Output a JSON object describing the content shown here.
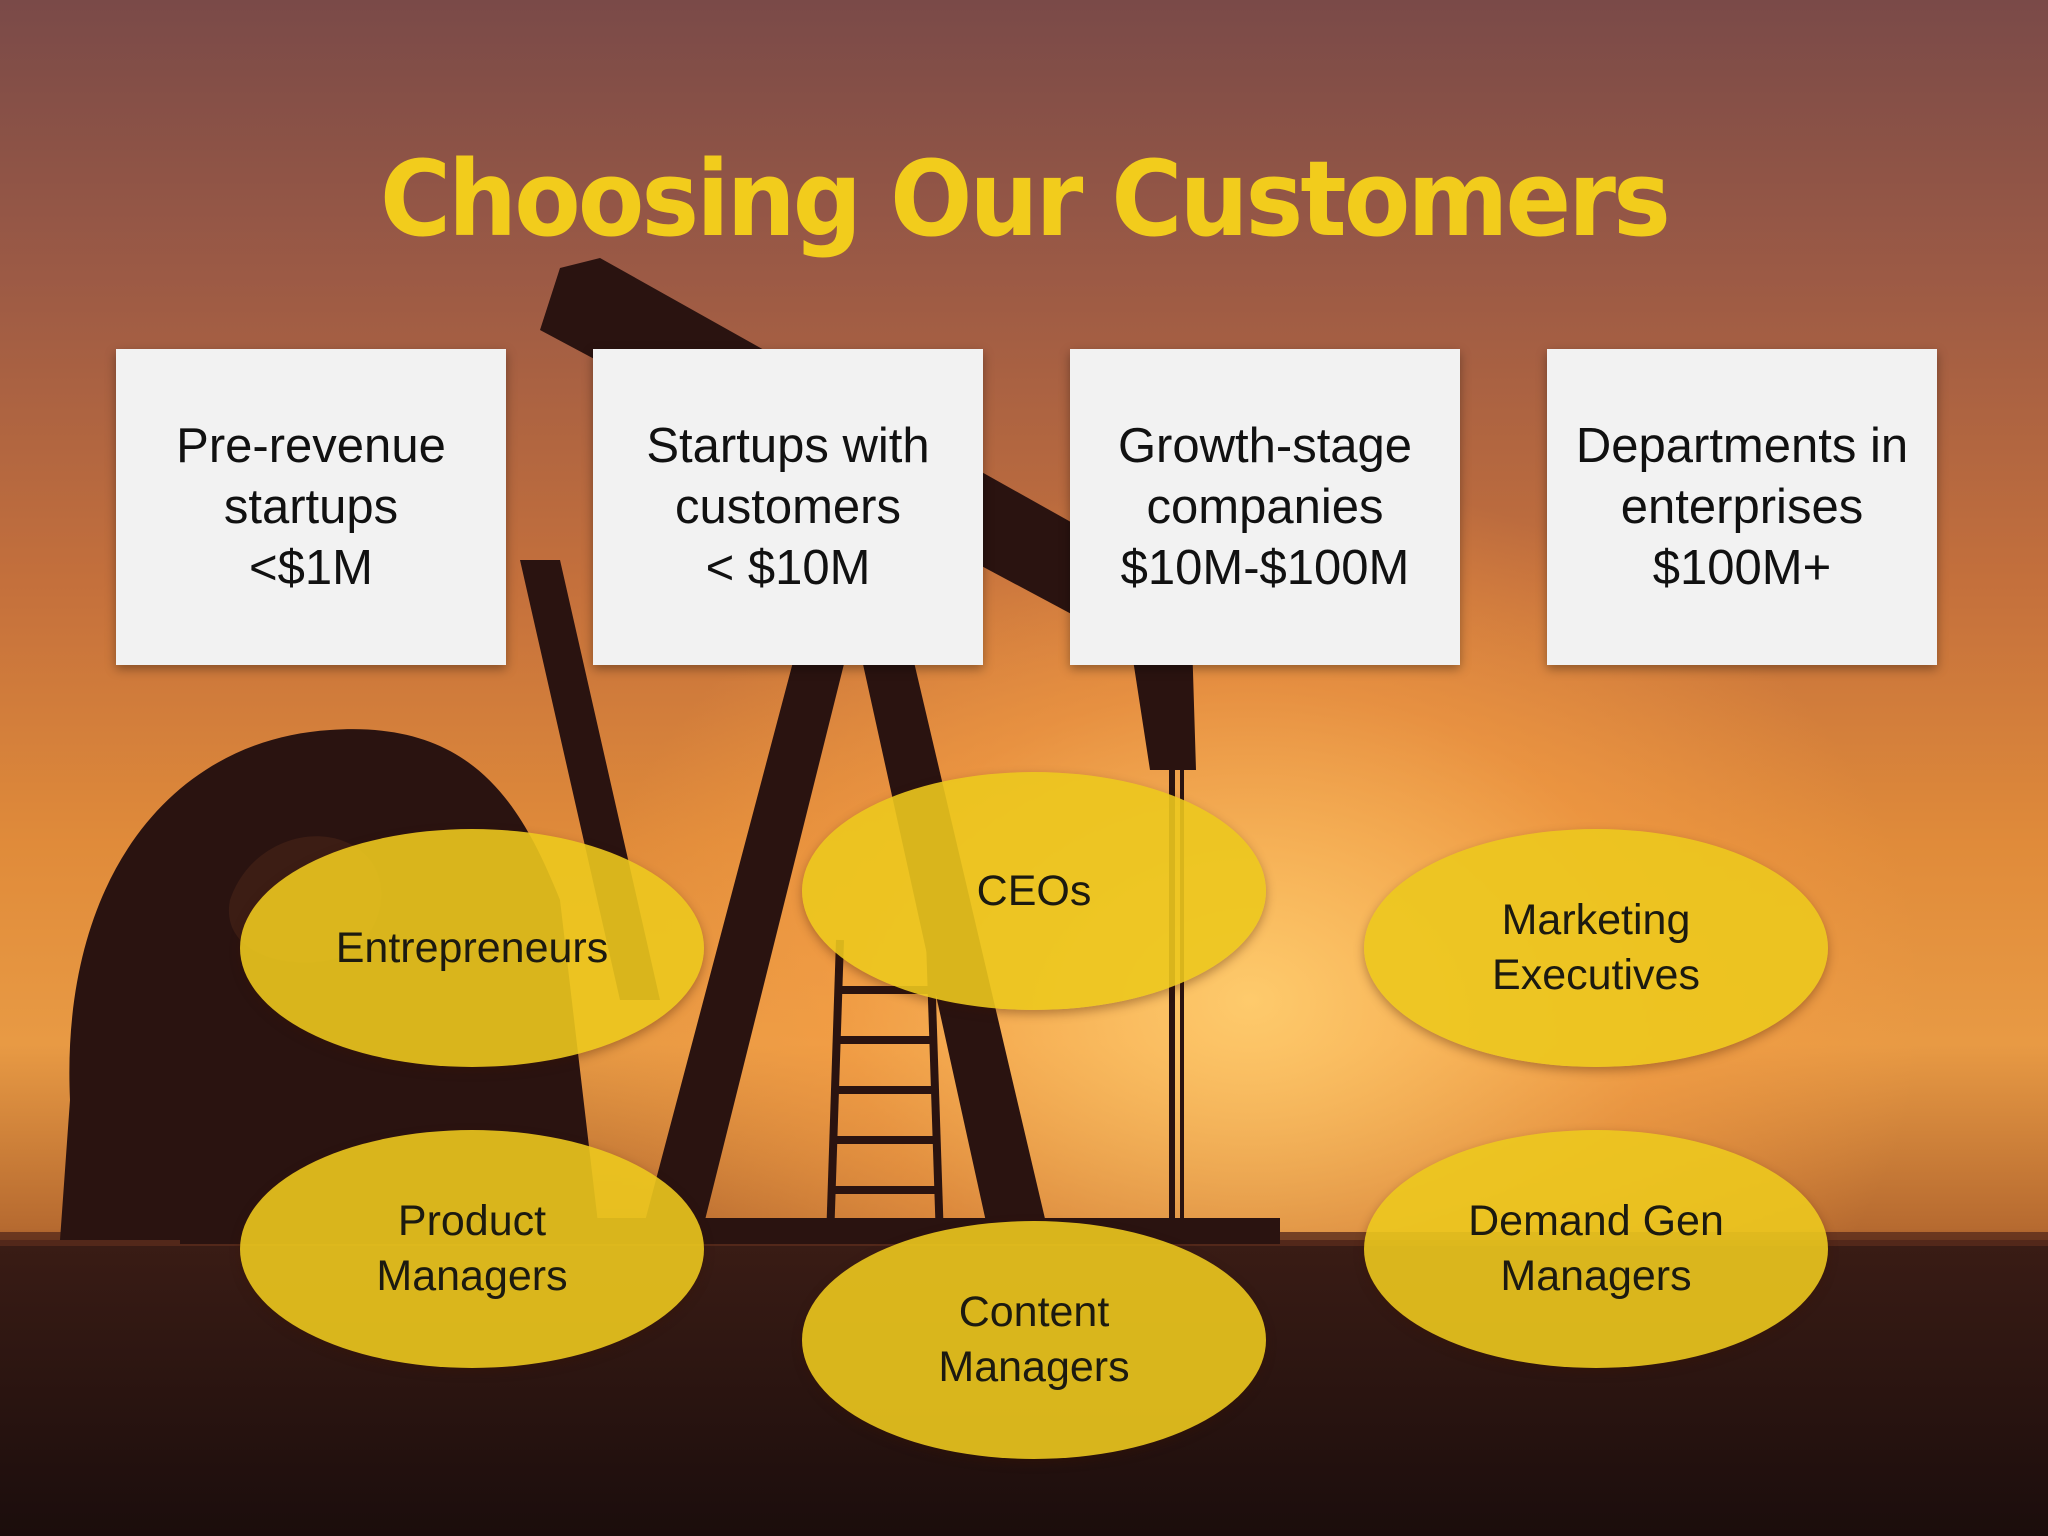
{
  "title": "Choosing Our Customers",
  "cards": [
    {
      "line1": "Pre-revenue",
      "line2": "startups",
      "line3": "<$1M"
    },
    {
      "line1": "Startups with",
      "line2": "customers",
      "line3": "< $10M"
    },
    {
      "line1": "Growth-stage",
      "line2": "companies",
      "line3": "$10M-$100M"
    },
    {
      "line1": "Departments in",
      "line2": "enterprises",
      "line3": "$100M+"
    }
  ],
  "roles": {
    "entrepreneurs": {
      "line1": "Entrepreneurs"
    },
    "ceos": {
      "line1": "CEOs"
    },
    "marketing_executives": {
      "line1": "Marketing",
      "line2": "Executives"
    },
    "product_managers": {
      "line1": "Product",
      "line2": "Managers"
    },
    "content_managers": {
      "line1": "Content",
      "line2": "Managers"
    },
    "demand_gen_managers": {
      "line1": "Demand Gen",
      "line2": "Managers"
    }
  },
  "colors": {
    "title": "#f2cc1c",
    "oval_fill": "#ecc81e",
    "card_fill": "#f2f2f2",
    "silhouette": "#2a1310"
  }
}
